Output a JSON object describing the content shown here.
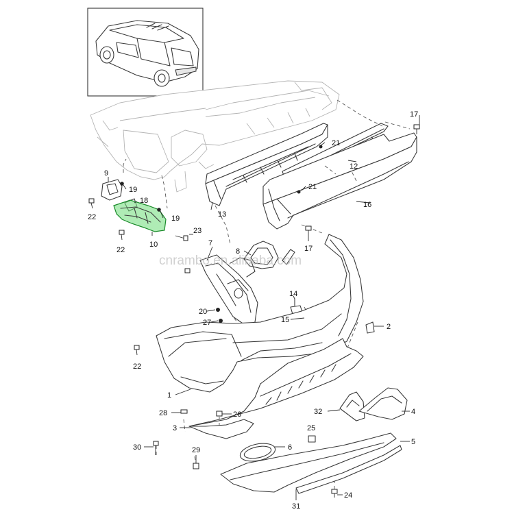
{
  "callouts": [
    {
      "id": "c1",
      "text": "1"
    },
    {
      "id": "c2",
      "text": "2"
    },
    {
      "id": "c3",
      "text": "3"
    },
    {
      "id": "c4",
      "text": "4"
    },
    {
      "id": "c5",
      "text": "5"
    },
    {
      "id": "c6",
      "text": "6"
    },
    {
      "id": "c7",
      "text": "7"
    },
    {
      "id": "c8",
      "text": "8"
    },
    {
      "id": "c9",
      "text": "9"
    },
    {
      "id": "c10",
      "text": "10"
    },
    {
      "id": "c12",
      "text": "12"
    },
    {
      "id": "c13",
      "text": "13"
    },
    {
      "id": "c14",
      "text": "14"
    },
    {
      "id": "c15",
      "text": "15"
    },
    {
      "id": "c16",
      "text": "16"
    },
    {
      "id": "c17a",
      "text": "17"
    },
    {
      "id": "c17b",
      "text": "17"
    },
    {
      "id": "c18",
      "text": "18"
    },
    {
      "id": "c19a",
      "text": "19"
    },
    {
      "id": "c19b",
      "text": "19"
    },
    {
      "id": "c20",
      "text": "20"
    },
    {
      "id": "c21a",
      "text": "21"
    },
    {
      "id": "c21b",
      "text": "21"
    },
    {
      "id": "c22a",
      "text": "22"
    },
    {
      "id": "c22b",
      "text": "22"
    },
    {
      "id": "c22c",
      "text": "22"
    },
    {
      "id": "c23",
      "text": "23"
    },
    {
      "id": "c24",
      "text": "24"
    },
    {
      "id": "c25",
      "text": "25"
    },
    {
      "id": "c26",
      "text": "26"
    },
    {
      "id": "c27",
      "text": "27"
    },
    {
      "id": "c28",
      "text": "28"
    },
    {
      "id": "c29",
      "text": "29"
    },
    {
      "id": "c30",
      "text": "30"
    },
    {
      "id": "c31",
      "text": "31"
    },
    {
      "id": "c32",
      "text": "32"
    }
  ],
  "watermark": "cnrambo.en.alibaba.com",
  "highlight": {
    "part": "10",
    "color": "#6ddc78"
  },
  "icons": {
    "vehicle": "suv-rear-view-icon"
  }
}
